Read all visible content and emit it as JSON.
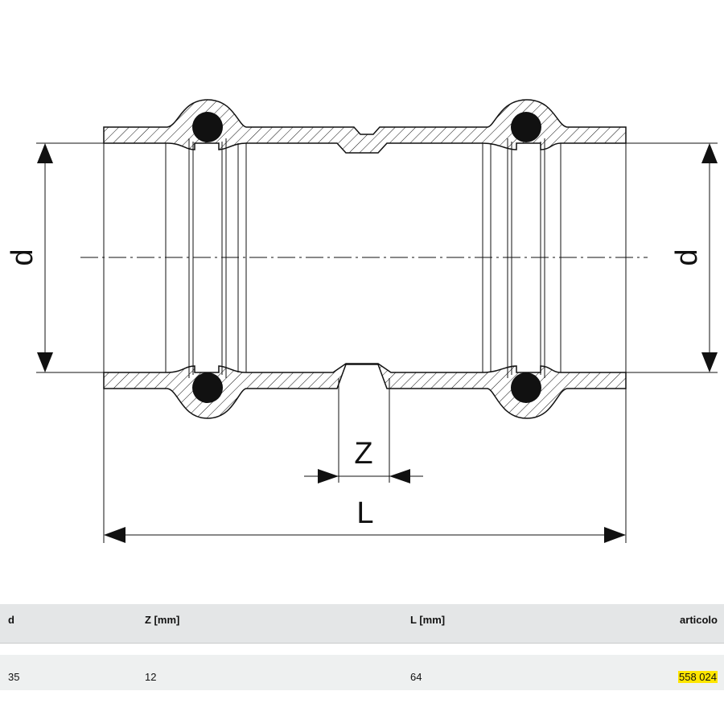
{
  "drawing": {
    "labels": {
      "d_left": "d",
      "d_right": "d",
      "z": "Z",
      "l": "L"
    }
  },
  "table": {
    "headers": [
      "d",
      "Z [mm]",
      "L [mm]",
      "articolo"
    ],
    "rows": [
      {
        "d": "35",
        "z": "12",
        "l": "64",
        "articolo": "558 024"
      }
    ],
    "highlight_color": "#ffe600"
  }
}
